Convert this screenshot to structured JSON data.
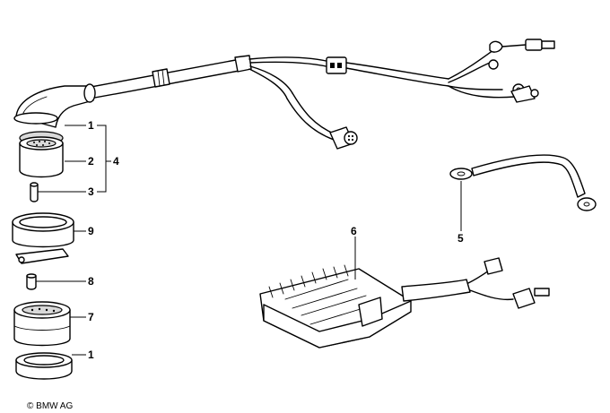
{
  "callouts": {
    "c1a": "1",
    "c2": "2",
    "c3": "3",
    "c4": "4",
    "c9": "9",
    "c8": "8",
    "c7": "7",
    "c1b": "1",
    "c5": "5",
    "c6": "6"
  },
  "copyright": "© BMW AG"
}
